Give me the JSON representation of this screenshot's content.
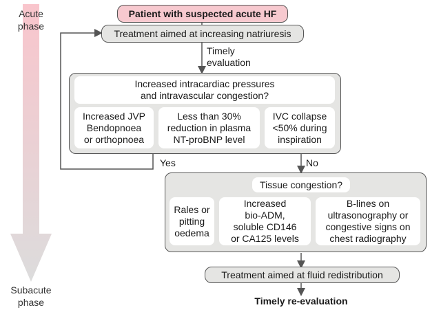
{
  "phases": {
    "acute": "Acute\nphase",
    "subacute": "Subacute\nphase"
  },
  "nodes": {
    "start": "Patient with suspected acute HF",
    "natriuresis": "Treatment aimed at increasing natriuresis",
    "timely_evaluation": "Timely\nevaluation",
    "intravascular_question": "Increased intracardiac pressures\nand intravascular congestion?",
    "criteria_1": "Increased JVP\nBendopnoea\nor orthopnoea",
    "criteria_2": "Less than 30%\nreduction in plasma\nNT-proBNP level",
    "criteria_3": "IVC collapse\n<50% during\ninspiration",
    "yes": "Yes",
    "no": "No",
    "tissue_question": "Tissue congestion?",
    "tissue_1": "Rales or\npitting\noedema",
    "tissue_2": "Increased\nbio-ADM,\nsoluble CD146\nor CA125 levels",
    "tissue_3": "B-lines on\nultrasonography or\ncongestive signs on\nchest radiography",
    "redistribution": "Treatment aimed at fluid redistribution",
    "re_evaluation": "Timely re-evaluation"
  },
  "colors": {
    "start_fill": "#f7c9cf",
    "box_fill": "#e5e5e3",
    "line": "#555555",
    "arrow_top": "#f9c5cc",
    "arrow_bottom": "#dcdcdc"
  }
}
